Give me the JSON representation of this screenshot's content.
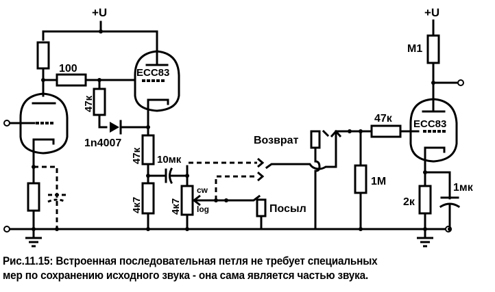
{
  "diagram": {
    "supply_left": "+U",
    "supply_right": "+U",
    "tube1_label": "ECC83",
    "tube2_label": "ECC83",
    "r_100": "100",
    "r_47k_grid": "47к",
    "diode": "1n4007",
    "r_47k_cathode": "47к",
    "c_10mk": "10мк",
    "r_4k7_fixed": "4к7",
    "pot_4k7": "4к7",
    "pot_cw": "cw",
    "pot_log": "log",
    "jack_return": "Возврат",
    "jack_send": "Посыл",
    "r_47k_right": "47к",
    "r_1m": "1М",
    "r_m1": "М1",
    "r_2k": "2к",
    "c_1mk": "1мк"
  },
  "caption": {
    "line1": "Рис.11.15:  Встроенная последовательная петля не требует специальных",
    "line2": "мер по сохранению исходного звука - она сама является частью звука."
  }
}
